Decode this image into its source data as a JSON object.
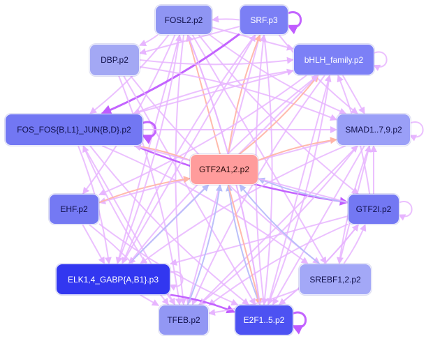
{
  "nodes": [
    {
      "id": "FOSL2",
      "label": "FOSL2.p2",
      "color": "#8f95f3",
      "text": "#10104a"
    },
    {
      "id": "SRF",
      "label": "SRF.p3",
      "color": "#7b7ff5",
      "text": "#ffffff"
    },
    {
      "id": "DBP",
      "label": "DBP.p2",
      "color": "#a3a8f4",
      "text": "#10104a"
    },
    {
      "id": "BHLH",
      "label": "bHLH_family.p2",
      "color": "#7c80f6",
      "text": "#ffffff"
    },
    {
      "id": "FOS",
      "label": "FOS_FOS{B,L1}_JUN{B,D}.p2",
      "color": "#7277f3",
      "text": "#10104a"
    },
    {
      "id": "SMAD",
      "label": "SMAD1..7,9.p2",
      "color": "#9a9ff7",
      "text": "#10104a"
    },
    {
      "id": "GTF2A",
      "label": "GTF2A1,2.p2",
      "color": "#ff9c9c",
      "text": "#2a0a0a"
    },
    {
      "id": "EHF",
      "label": "EHF.p2",
      "color": "#7479f3",
      "text": "#10104a"
    },
    {
      "id": "GTF2I",
      "label": "GTF2I.p2",
      "color": "#7378f3",
      "text": "#10104a"
    },
    {
      "id": "ELK",
      "label": "ELK1,4_GABP{A,B1}.p3",
      "color": "#3237f0",
      "text": "#ffffff"
    },
    {
      "id": "SREBF",
      "label": "SREBF1,2.p2",
      "color": "#a3a8f7",
      "text": "#10104a"
    },
    {
      "id": "TFEB",
      "label": "TFEB.p2",
      "color": "#9297f4",
      "text": "#10104a"
    },
    {
      "id": "E2F",
      "label": "E2F1..5.p2",
      "color": "#4d52f2",
      "text": "#ffffff"
    }
  ],
  "edge_colors": {
    "default": "#e7b5ff",
    "strong": "#c05cff",
    "salmon": "#ffb6a8",
    "blue": "#b7bdfa"
  },
  "edges": [
    {
      "from": "FOSL2",
      "to": "DBP",
      "c": "default"
    },
    {
      "from": "FOSL2",
      "to": "BHLH",
      "c": "default"
    },
    {
      "from": "FOSL2",
      "to": "SMAD",
      "c": "default"
    },
    {
      "from": "FOSL2",
      "to": "FOS",
      "c": "default"
    },
    {
      "from": "FOSL2",
      "to": "ELK",
      "c": "default"
    },
    {
      "from": "FOSL2",
      "to": "TFEB",
      "c": "default"
    },
    {
      "from": "FOSL2",
      "to": "E2F",
      "c": "default"
    },
    {
      "from": "FOSL2",
      "to": "SREBF",
      "c": "default"
    },
    {
      "from": "FOSL2",
      "to": "GTF2I",
      "c": "default"
    },
    {
      "from": "FOSL2",
      "to": "EHF",
      "c": "default"
    },
    {
      "from": "GTF2A",
      "to": "FOSL2",
      "c": "salmon"
    },
    {
      "from": "SRF",
      "to": "FOSL2",
      "c": "default"
    },
    {
      "from": "SRF",
      "to": "FOS",
      "c": "strong",
      "w": 3
    },
    {
      "from": "SRF",
      "to": "DBP",
      "c": "default"
    },
    {
      "from": "SRF",
      "to": "SMAD",
      "c": "default"
    },
    {
      "from": "SRF",
      "to": "E2F",
      "c": "default"
    },
    {
      "from": "SRF",
      "to": "TFEB",
      "c": "default"
    },
    {
      "from": "SRF",
      "to": "ELK",
      "c": "default"
    },
    {
      "from": "GTF2A",
      "to": "SRF",
      "c": "salmon"
    },
    {
      "from": "SRF",
      "to": "SRF",
      "c": "strong",
      "w": 3,
      "self": true
    },
    {
      "from": "DBP",
      "to": "BHLH",
      "c": "default"
    },
    {
      "from": "DBP",
      "to": "SMAD",
      "c": "default"
    },
    {
      "from": "DBP",
      "to": "E2F",
      "c": "default"
    },
    {
      "from": "DBP",
      "to": "SREBF",
      "c": "default"
    },
    {
      "from": "DBP",
      "to": "TFEB",
      "c": "default"
    },
    {
      "from": "BHLH",
      "to": "BHLH",
      "c": "default",
      "self": true
    },
    {
      "from": "BHLH",
      "to": "FOS",
      "c": "default"
    },
    {
      "from": "BHLH",
      "to": "EHF",
      "c": "default"
    },
    {
      "from": "BHLH",
      "to": "ELK",
      "c": "default"
    },
    {
      "from": "BHLH",
      "to": "TFEB",
      "c": "default"
    },
    {
      "from": "BHLH",
      "to": "E2F",
      "c": "default"
    },
    {
      "from": "BHLH",
      "to": "SMAD",
      "c": "default"
    },
    {
      "from": "GTF2A",
      "to": "BHLH",
      "c": "salmon"
    },
    {
      "from": "FOS",
      "to": "FOS",
      "c": "strong",
      "w": 3,
      "self": true
    },
    {
      "from": "FOS",
      "to": "SMAD",
      "c": "default"
    },
    {
      "from": "FOS",
      "to": "GTF2I",
      "c": "strong",
      "w": 2.5
    },
    {
      "from": "FOS",
      "to": "ELK",
      "c": "default"
    },
    {
      "from": "FOS",
      "to": "TFEB",
      "c": "default"
    },
    {
      "from": "FOS",
      "to": "E2F",
      "c": "default"
    },
    {
      "from": "FOS",
      "to": "SREBF",
      "c": "default"
    },
    {
      "from": "FOS",
      "to": "BHLH",
      "c": "default"
    },
    {
      "from": "GTF2A",
      "to": "FOS",
      "c": "salmon"
    },
    {
      "from": "SMAD",
      "to": "SMAD",
      "c": "default",
      "self": true
    },
    {
      "from": "SMAD",
      "to": "EHF",
      "c": "default"
    },
    {
      "from": "SMAD",
      "to": "ELK",
      "c": "default"
    },
    {
      "from": "SMAD",
      "to": "TFEB",
      "c": "default"
    },
    {
      "from": "SMAD",
      "to": "E2F",
      "c": "default"
    },
    {
      "from": "SMAD",
      "to": "SREBF",
      "c": "default"
    },
    {
      "from": "GTF2A",
      "to": "SMAD",
      "c": "salmon"
    },
    {
      "from": "GTF2I",
      "to": "SMAD",
      "c": "default"
    },
    {
      "from": "GTF2I",
      "to": "GTF2I",
      "c": "default",
      "self": true
    },
    {
      "from": "GTF2I",
      "to": "GTF2A",
      "c": "blue"
    },
    {
      "from": "GTF2I",
      "to": "ELK",
      "c": "default"
    },
    {
      "from": "GTF2I",
      "to": "TFEB",
      "c": "default"
    },
    {
      "from": "GTF2I",
      "to": "E2F",
      "c": "default"
    },
    {
      "from": "GTF2I",
      "to": "FOS",
      "c": "default"
    },
    {
      "from": "GTF2I",
      "to": "BHLH",
      "c": "default"
    },
    {
      "from": "EHF",
      "to": "GTF2A",
      "c": "salmon"
    },
    {
      "from": "EHF",
      "to": "ELK",
      "c": "default"
    },
    {
      "from": "EHF",
      "to": "E2F",
      "c": "default"
    },
    {
      "from": "EHF",
      "to": "TFEB",
      "c": "default"
    },
    {
      "from": "ELK",
      "to": "GTF2A",
      "c": "blue"
    },
    {
      "from": "ELK",
      "to": "ELK",
      "c": "default",
      "self": true
    },
    {
      "from": "ELK",
      "to": "E2F",
      "c": "strong",
      "w": 2.5
    },
    {
      "from": "ELK",
      "to": "TFEB",
      "c": "default"
    },
    {
      "from": "ELK",
      "to": "FOSL2",
      "c": "default"
    },
    {
      "from": "ELK",
      "to": "BHLH",
      "c": "default"
    },
    {
      "from": "ELK",
      "to": "SRF",
      "c": "default"
    },
    {
      "from": "TFEB",
      "to": "GTF2A",
      "c": "blue"
    },
    {
      "from": "TFEB",
      "to": "FOS",
      "c": "default"
    },
    {
      "from": "TFEB",
      "to": "SMAD",
      "c": "default"
    },
    {
      "from": "E2F",
      "to": "E2F",
      "c": "strong",
      "w": 3,
      "self": true
    },
    {
      "from": "E2F",
      "to": "GTF2A",
      "c": "blue"
    },
    {
      "from": "GTF2A",
      "to": "E2F",
      "c": "salmon"
    },
    {
      "from": "E2F",
      "to": "FOSL2",
      "c": "default"
    },
    {
      "from": "E2F",
      "to": "SRF",
      "c": "default"
    },
    {
      "from": "E2F",
      "to": "BHLH",
      "c": "default"
    },
    {
      "from": "E2F",
      "to": "GTF2I",
      "c": "default"
    },
    {
      "from": "SREBF",
      "to": "GTF2A",
      "c": "blue"
    },
    {
      "from": "SREBF",
      "to": "SMAD",
      "c": "default"
    },
    {
      "from": "SREBF",
      "to": "GTF2I",
      "c": "default"
    },
    {
      "from": "SREBF",
      "to": "TFEB",
      "c": "default"
    }
  ]
}
